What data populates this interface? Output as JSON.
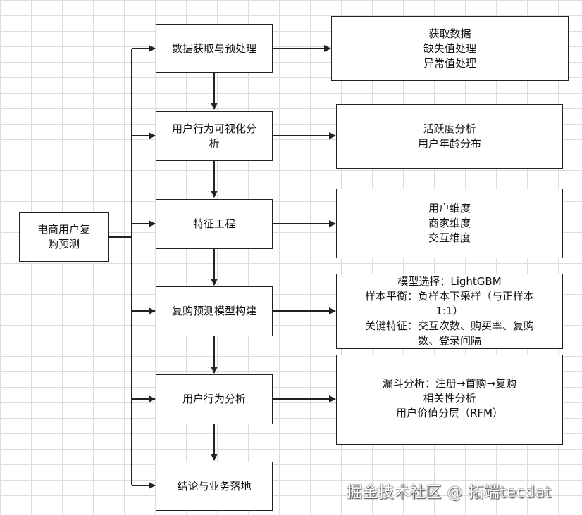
{
  "root": {
    "lines": [
      "电商用户复",
      "购预测"
    ]
  },
  "steps": [
    {
      "lines": [
        "数据获取与预处理"
      ]
    },
    {
      "lines": [
        "用户行为可视化分",
        "析"
      ]
    },
    {
      "lines": [
        "特征工程"
      ]
    },
    {
      "lines": [
        "复购预测模型构建"
      ]
    },
    {
      "lines": [
        "用户行为分析"
      ]
    },
    {
      "lines": [
        "结论与业务落地"
      ]
    }
  ],
  "details": [
    {
      "lines": [
        "获取数据",
        "缺失值处理",
        "异常值处理"
      ]
    },
    {
      "lines": [
        "活跃度分析",
        "用户年龄分布"
      ]
    },
    {
      "lines": [
        "用户维度",
        "商家维度",
        "交互维度"
      ]
    },
    {
      "lines": [
        "模型选择：LightGBM",
        "样本平衡：负样本下采样（与正样本",
        "1:1）",
        "关键特征：交互次数、购买率、复购",
        "数、登录间隔"
      ]
    },
    {
      "lines": [
        "漏斗分析：注册→首购→复购",
        "相关性分析",
        "用户价值分层（RFM）"
      ]
    }
  ],
  "watermark": "掘金技术社区 @ 拓端tecdat"
}
